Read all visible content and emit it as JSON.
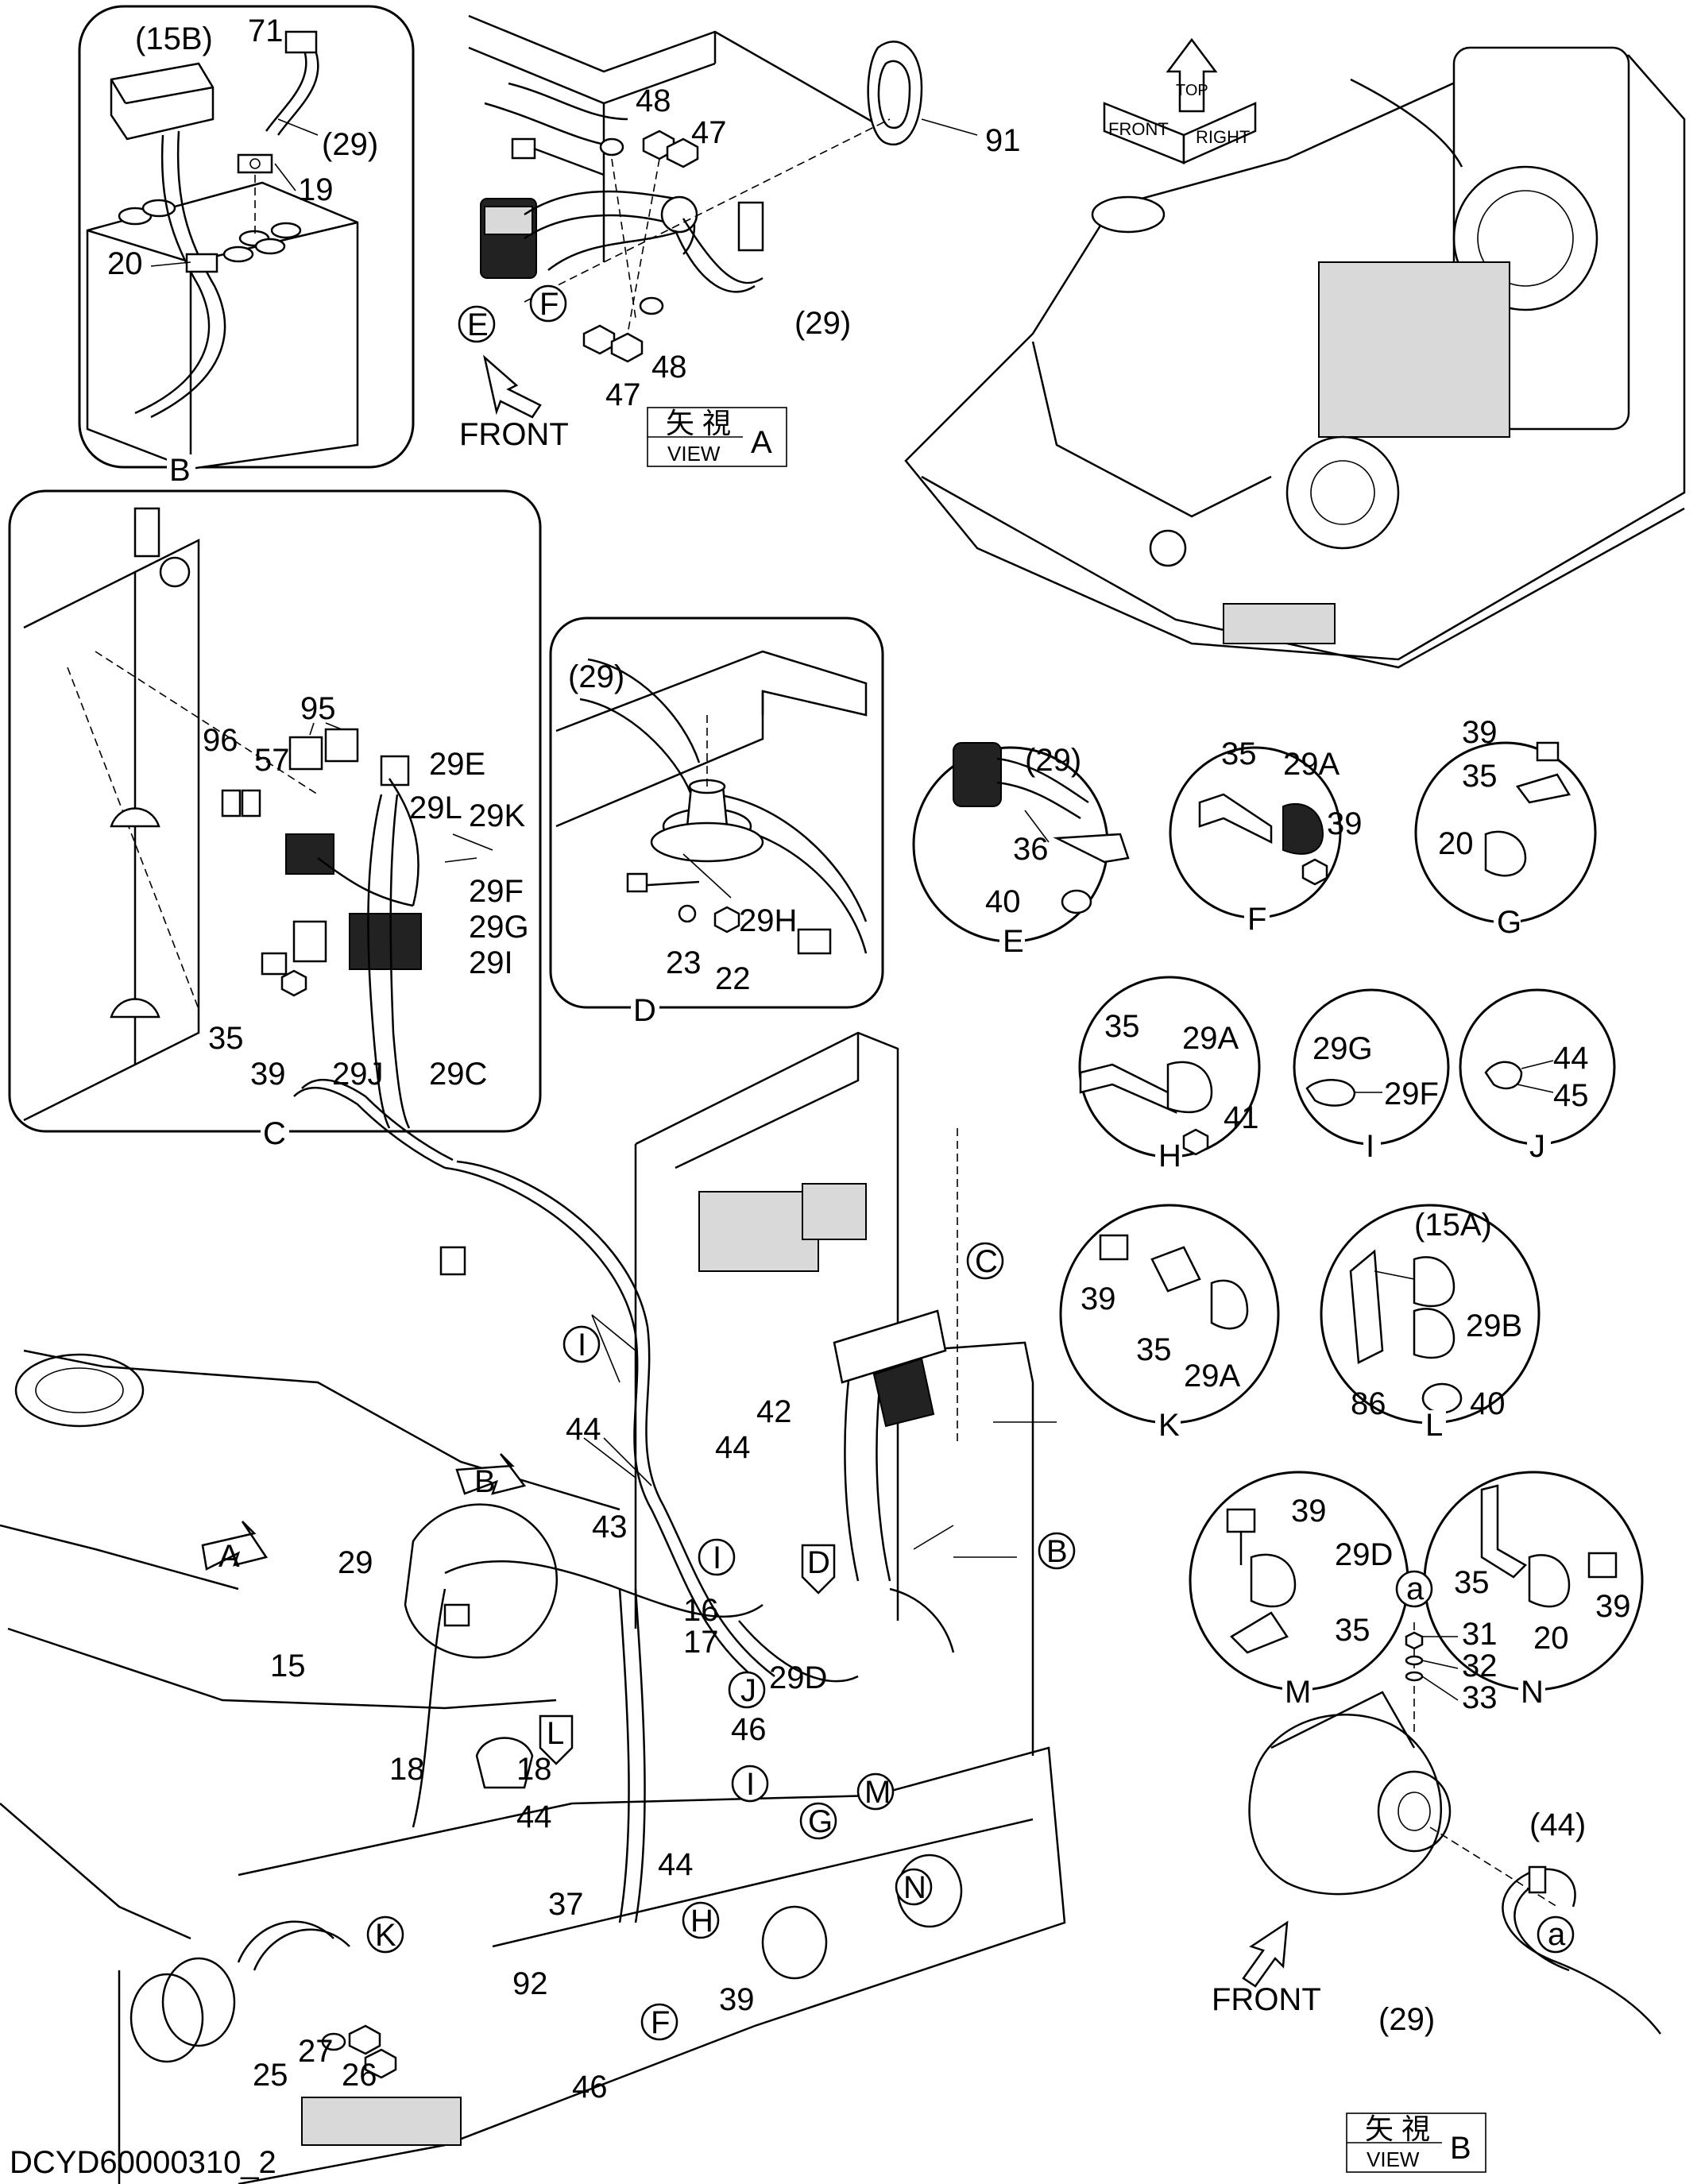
{
  "drawing": {
    "code": "DCYD60000310_2",
    "view_a": {
      "jp": "矢 視",
      "en": "VIEW",
      "letter": "A"
    },
    "view_b": {
      "jp": "矢 視",
      "en": "VIEW",
      "letter": "B"
    },
    "front_top": "FRONT",
    "front_bottom": "FRONT",
    "orient": {
      "top": "TOP",
      "front": "FRONT",
      "right": "RIGHT"
    }
  },
  "detail_b": {
    "letter": "B",
    "labels": [
      "(15B)",
      "71",
      "(29)",
      "19",
      "20"
    ]
  },
  "view_a_labels": [
    "48",
    "47",
    "91",
    "(29)",
    "48",
    "47"
  ],
  "view_a_circles": [
    "E",
    "F"
  ],
  "detail_c": {
    "letter": "C",
    "labels": [
      "95",
      "96",
      "57",
      "29E",
      "29L",
      "29K",
      "29F",
      "29G",
      "29I",
      "35",
      "39",
      "29J",
      "29C"
    ]
  },
  "detail_d": {
    "letter": "D",
    "labels": [
      "(29)",
      "29H",
      "23",
      "22"
    ]
  },
  "detail_e": {
    "letter": "E",
    "labels": [
      "(29)",
      "36",
      "40"
    ]
  },
  "detail_f": {
    "letter": "F",
    "labels": [
      "35",
      "29A",
      "39"
    ]
  },
  "detail_g": {
    "letter": "G",
    "labels": [
      "39",
      "35",
      "20"
    ]
  },
  "detail_h": {
    "letter": "H",
    "labels": [
      "35",
      "29A",
      "41"
    ]
  },
  "detail_i": {
    "letter": "I",
    "labels": [
      "29G",
      "29F"
    ]
  },
  "detail_j": {
    "letter": "J",
    "labels": [
      "44",
      "45"
    ]
  },
  "detail_k": {
    "letter": "K",
    "labels": [
      "39",
      "35",
      "29A"
    ]
  },
  "detail_l": {
    "letter": "L",
    "labels": [
      "(15A)",
      "29B",
      "40",
      "86"
    ]
  },
  "detail_m": {
    "letter": "M",
    "labels": [
      "39",
      "29D",
      "35"
    ]
  },
  "detail_n": {
    "letter": "N",
    "labels": [
      "35",
      "20",
      "39"
    ]
  },
  "view_b_labels": [
    "a",
    "31",
    "32",
    "33",
    "(44)",
    "(29)",
    "a"
  ],
  "main_labels": [
    "44",
    "42",
    "44",
    "43",
    "29",
    "16",
    "17",
    "15",
    "29D",
    "46",
    "18",
    "18",
    "44",
    "44",
    "37",
    "92",
    "39",
    "46",
    "25",
    "27",
    "26"
  ],
  "main_circles": [
    "C",
    "I",
    "B",
    "A",
    "I",
    "D",
    "B",
    "J",
    "L",
    "I",
    "M",
    "G",
    "N",
    "H",
    "K",
    "F"
  ]
}
